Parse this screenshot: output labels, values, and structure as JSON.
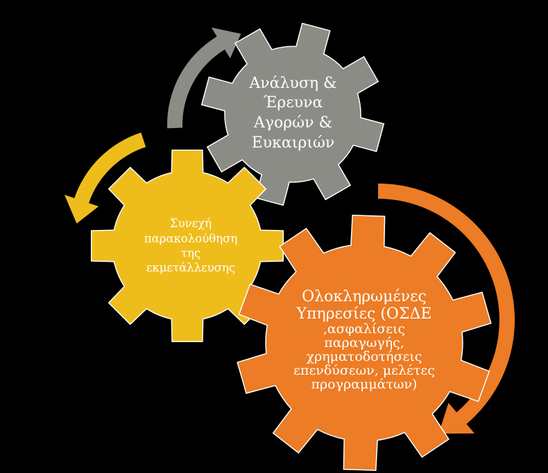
{
  "diagram": {
    "background": "#000000",
    "gears": [
      {
        "id": "analysis",
        "color": "#8c8c86",
        "lines": [
          "Ανάλυση &",
          "Έρευνα",
          "Αγορών &",
          "Ευκαιριών"
        ]
      },
      {
        "id": "monitoring",
        "color": "#efbd1b",
        "lines": [
          "Συνεχή",
          "παρακολούθηση",
          "της",
          "εκμετάλλευσης"
        ]
      },
      {
        "id": "services",
        "color": "#ec7c25",
        "lines": [
          "Ολοκληρωμένες",
          "Υπηρεσίες (ΟΣΔΕ",
          ",ασφαλίσεις",
          "παραγωγής,",
          "χρηματοδοτήσεις",
          "επενδύσεων, μελέτες",
          "προγραμμάτων)"
        ]
      }
    ],
    "arrows": [
      {
        "id": "gray-arrow",
        "color": "#8c8c86"
      },
      {
        "id": "yellow-arrow",
        "color": "#efbd1b"
      },
      {
        "id": "orange-arrow",
        "color": "#ec7c25"
      }
    ]
  }
}
